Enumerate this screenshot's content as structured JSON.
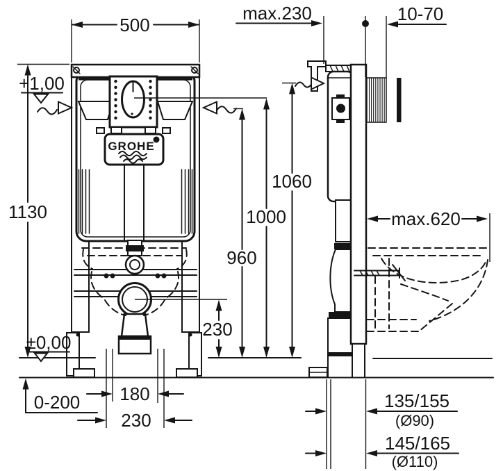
{
  "drawing": {
    "type": "installation-dimension-drawing",
    "views": [
      "front-view",
      "side-view"
    ]
  },
  "branding": {
    "logo_text": "GROHE"
  },
  "labels": {
    "dim_500": "500",
    "dim_max230": "max.230",
    "dim_10_70": "10-70",
    "dim_1130": "1130",
    "level_plus": "+1,00",
    "level_zero": "±0,00",
    "dim_1060": "1060",
    "dim_1000": "1000",
    "dim_960": "960",
    "dim_230_vertical": "230",
    "dim_max620": "max.620",
    "dim_0_200": "0-200",
    "dim_180": "180",
    "dim_230_bottom": "230",
    "dim_135_155": "135/155",
    "dia_90": "(Ø90)",
    "dim_145_165": "145/165",
    "dia_110": "(Ø110)"
  },
  "colors": {
    "line": "#151515",
    "background": "#ffffff"
  }
}
